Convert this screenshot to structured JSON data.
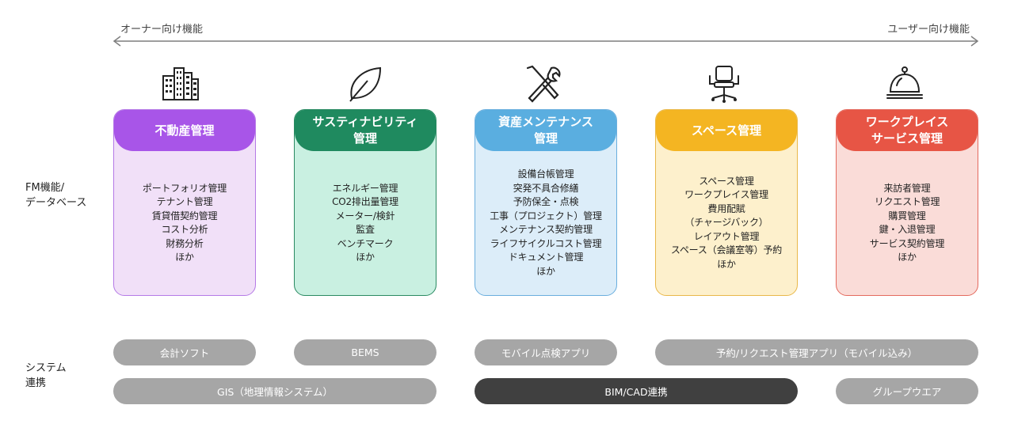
{
  "arrow": {
    "left_label": "オーナー向け機能",
    "right_label": "ユーザー向け機能"
  },
  "row_labels": {
    "fm": "FM機能/\nデータベース",
    "system": "システム\n連携"
  },
  "cards": [
    {
      "title": "不動産管理",
      "icon": "buildings-icon",
      "header_color": "#a855e8",
      "body_color": "#f1e0f8",
      "border_color": "#b57ae6",
      "items": [
        "ポートフォリオ管理",
        "テナント管理",
        "賃貸借契約管理",
        "コスト分析",
        "財務分析",
        "ほか"
      ]
    },
    {
      "title": "サスティナビリティ\n管理",
      "icon": "leaf-icon",
      "header_color": "#1f8a5f",
      "body_color": "#c9f0e1",
      "border_color": "#2a8a62",
      "items": [
        "エネルギー管理",
        "CO2排出量管理",
        "メーター/検針",
        "監査",
        "ベンチマーク",
        "ほか"
      ]
    },
    {
      "title": "資産メンテナンス\n管理",
      "icon": "tools-icon",
      "header_color": "#5aaee0",
      "body_color": "#dcedf9",
      "border_color": "#6aaede",
      "items": [
        "設備台帳管理",
        "突発不具合修繕",
        "予防保全・点検",
        "工事（プロジェクト）管理",
        "メンテナンス契約管理",
        "ライフサイクルコスト管理",
        "ドキュメント管理",
        "ほか"
      ]
    },
    {
      "title": "スペース管理",
      "icon": "office-chair-icon",
      "header_color": "#f4b522",
      "body_color": "#fdf0cc",
      "border_color": "#e9b84a",
      "items": [
        "スペース管理",
        "ワークプレイス管理",
        "費用配賦",
        "（チャージバック）",
        "レイアウト管理",
        "スペース（会議室等）予約",
        "ほか"
      ]
    },
    {
      "title": "ワークプレイス\nサービス管理",
      "icon": "service-bell-icon",
      "header_color": "#e75545",
      "body_color": "#fadcd8",
      "border_color": "#e46a5e",
      "items": [
        "来訪者管理",
        "リクエスト管理",
        "購買管理",
        "鍵・入退管理",
        "サービス契約管理",
        "ほか"
      ]
    }
  ],
  "systems_row1": [
    {
      "label": "会計ソフト",
      "style": "gray"
    },
    {
      "label": "BEMS",
      "style": "gray"
    },
    {
      "label": "モバイル点検アプリ",
      "style": "gray"
    },
    {
      "label": "予約/リクエスト管理アプリ（モバイル込み）",
      "style": "gray"
    }
  ],
  "systems_row2": [
    {
      "label": "GIS（地理情報システム）",
      "style": "gray"
    },
    {
      "label": "BIM/CAD連携",
      "style": "dark"
    },
    {
      "label": "グループウエア",
      "style": "gray"
    }
  ],
  "colors": {
    "pill_gray": "#a6a6a6",
    "pill_dark": "#404040",
    "arrow": "#7f7f7f"
  }
}
